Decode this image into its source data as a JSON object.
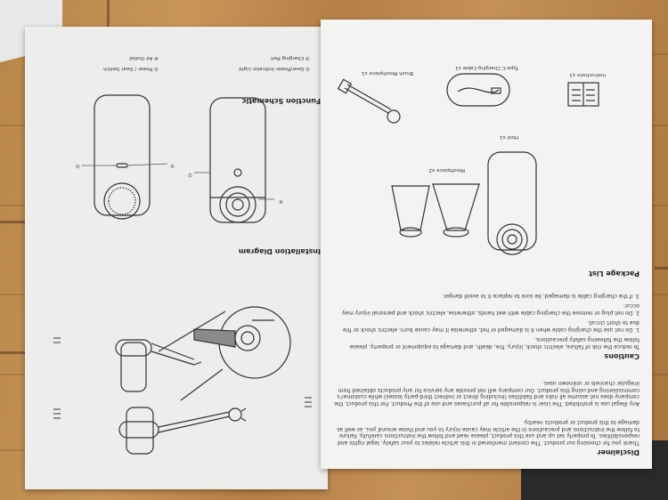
{
  "booklet": {
    "left_page": {
      "installation": {
        "title": "Installation Diagram"
      },
      "schematic": {
        "title": "Function Schematic",
        "legend": [
          "① Gear/Power Indicator Light",
          "② Power / Gear Switch",
          "③ Charging Port",
          "④ Air Outlet"
        ],
        "callouts": [
          "①",
          "②",
          "③",
          "④"
        ]
      }
    },
    "right_page": {
      "package_list": {
        "title": "Package List",
        "items": {
          "brush": "Brush Mouthpiece x1",
          "cable": "Type-C Charging Cable x1",
          "instructions": "Instructions x1",
          "host": "Host x1",
          "mouthpiece": "Mouthpiece x2"
        }
      },
      "cautions": {
        "title": "Cautions",
        "intro": "To reduce the risk of failure, electric shock, injury, fire, death, and damage to equipment or property, please follow the following safety precautions.",
        "items": [
          "1. Do not use the charging cable when it is damaged or hot, otherwise it may cause burn, electric shock or fire due to short circuit.",
          "2. Do not plug or remove the charging cable with wet hands, otherwise, electric shock and personal injury may occur.",
          "3. If the charging cable is damaged, be sure to replace it to avoid danger."
        ]
      },
      "disclaimer": {
        "title": "Disclaimer",
        "body": "Thank you for choosing our product. The content mentioned in this article relates to your safety, legal rights and responsibilities. To properly set up and use this product, please read and follow the instructions carefully. Failure to follow the instructions and precautions in the article may cause injury to you and those around you, as well as damage to this product or products nearby.",
        "body2": "Any illegal use is prohibited. The User is responsible for all purchases and use of the Product. For this product, the company does not assume all risks and liabilities (including direct or indirect third-party losses) while customer's commissioning and using this product. Our company will not provide any service for any products obtained from irregular channels or unknown uses."
      }
    }
  }
}
